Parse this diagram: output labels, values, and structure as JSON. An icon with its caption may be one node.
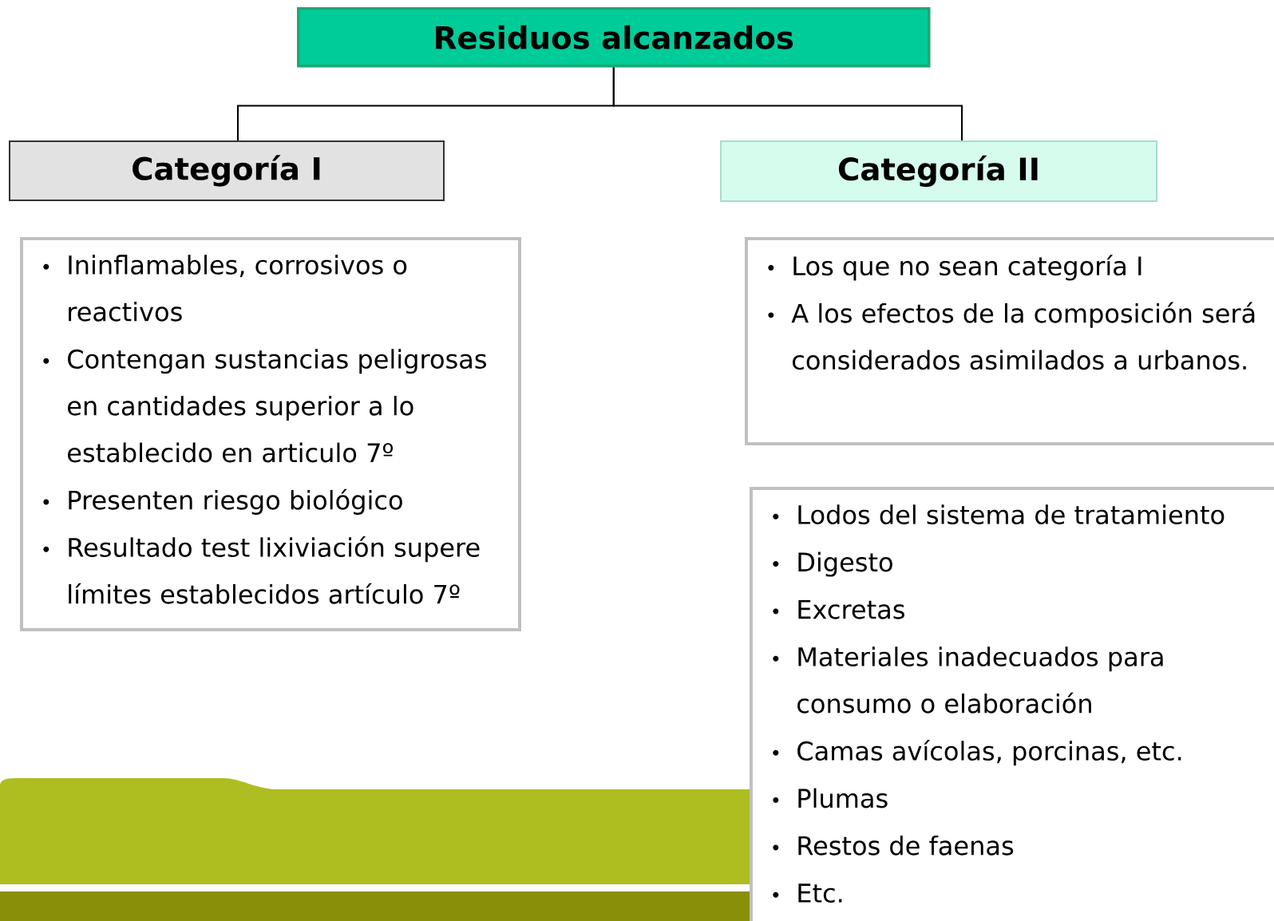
{
  "diagram": {
    "nodes": [
      {
        "text": [
          "Residuos alcanzados"
        ]
      },
      {
        "text": [
          "Categoría I"
        ]
      },
      {
        "text": [
          "Categoría II"
        ]
      },
      {
        "text": [
          "Ininflamables, corrosivos o reactivos",
          "Contengan sustancias peligrosas en cantidades superior a lo establecido en articulo 7º",
          "Presenten riesgo biológico",
          "Resultado test lixiviación supere límites establecidos artículo 7º"
        ]
      },
      {
        "text": [
          "Los que no sean categoría I",
          "A los efectos de la composición será considerados asimilados a urbanos."
        ]
      },
      {
        "text": [
          "Lodos del sistema de tratamiento",
          "Digesto",
          "Excretas",
          "Materiales inadecuados para consumo o elaboración",
          "Camas avícolas, porcinas, etc.",
          "Plumas",
          "Restos de faenas",
          "Etc."
        ]
      }
    ],
    "edges": [
      {
        "from": 0,
        "to": 1,
        "arrow": "none"
      },
      {
        "from": 0,
        "to": 2,
        "arrow": "none"
      }
    ]
  }
}
